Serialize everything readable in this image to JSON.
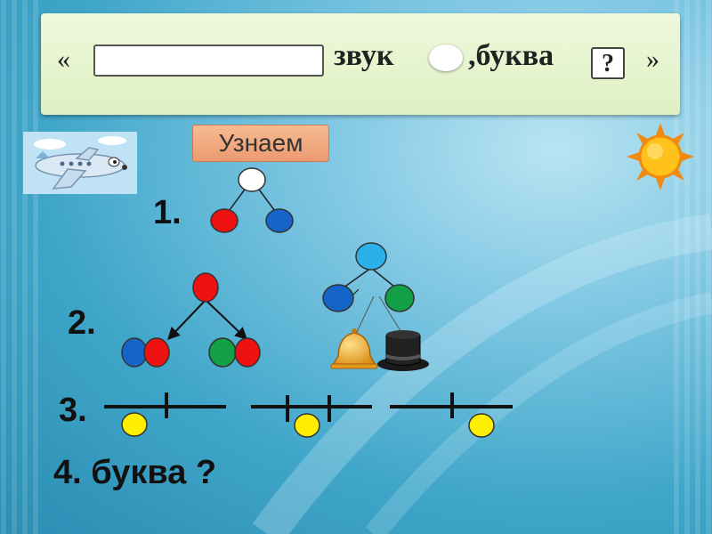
{
  "title": {
    "open_quote": "«",
    "zvuk": "звук",
    "bukva": ",буква",
    "question_mark": "?",
    "close_quote": "»"
  },
  "learn_button": "Узнаем",
  "tasks": {
    "n1": "1.",
    "n2": "2.",
    "n3": "3.",
    "n4": "4. буква ?"
  },
  "colors": {
    "vowel": "#ee1111",
    "hard_consonant": "#1565c8",
    "soft_consonant": "#11a046",
    "unknown": "#ffffff",
    "word_sound": "#2bb0e8",
    "sound_position": "#ffee00",
    "title_background": "#e4f3cc",
    "button_background": "#f2aa80"
  },
  "icons": [
    "airplane-icon",
    "sun-icon",
    "bell-icon",
    "top-hat-icon"
  ]
}
